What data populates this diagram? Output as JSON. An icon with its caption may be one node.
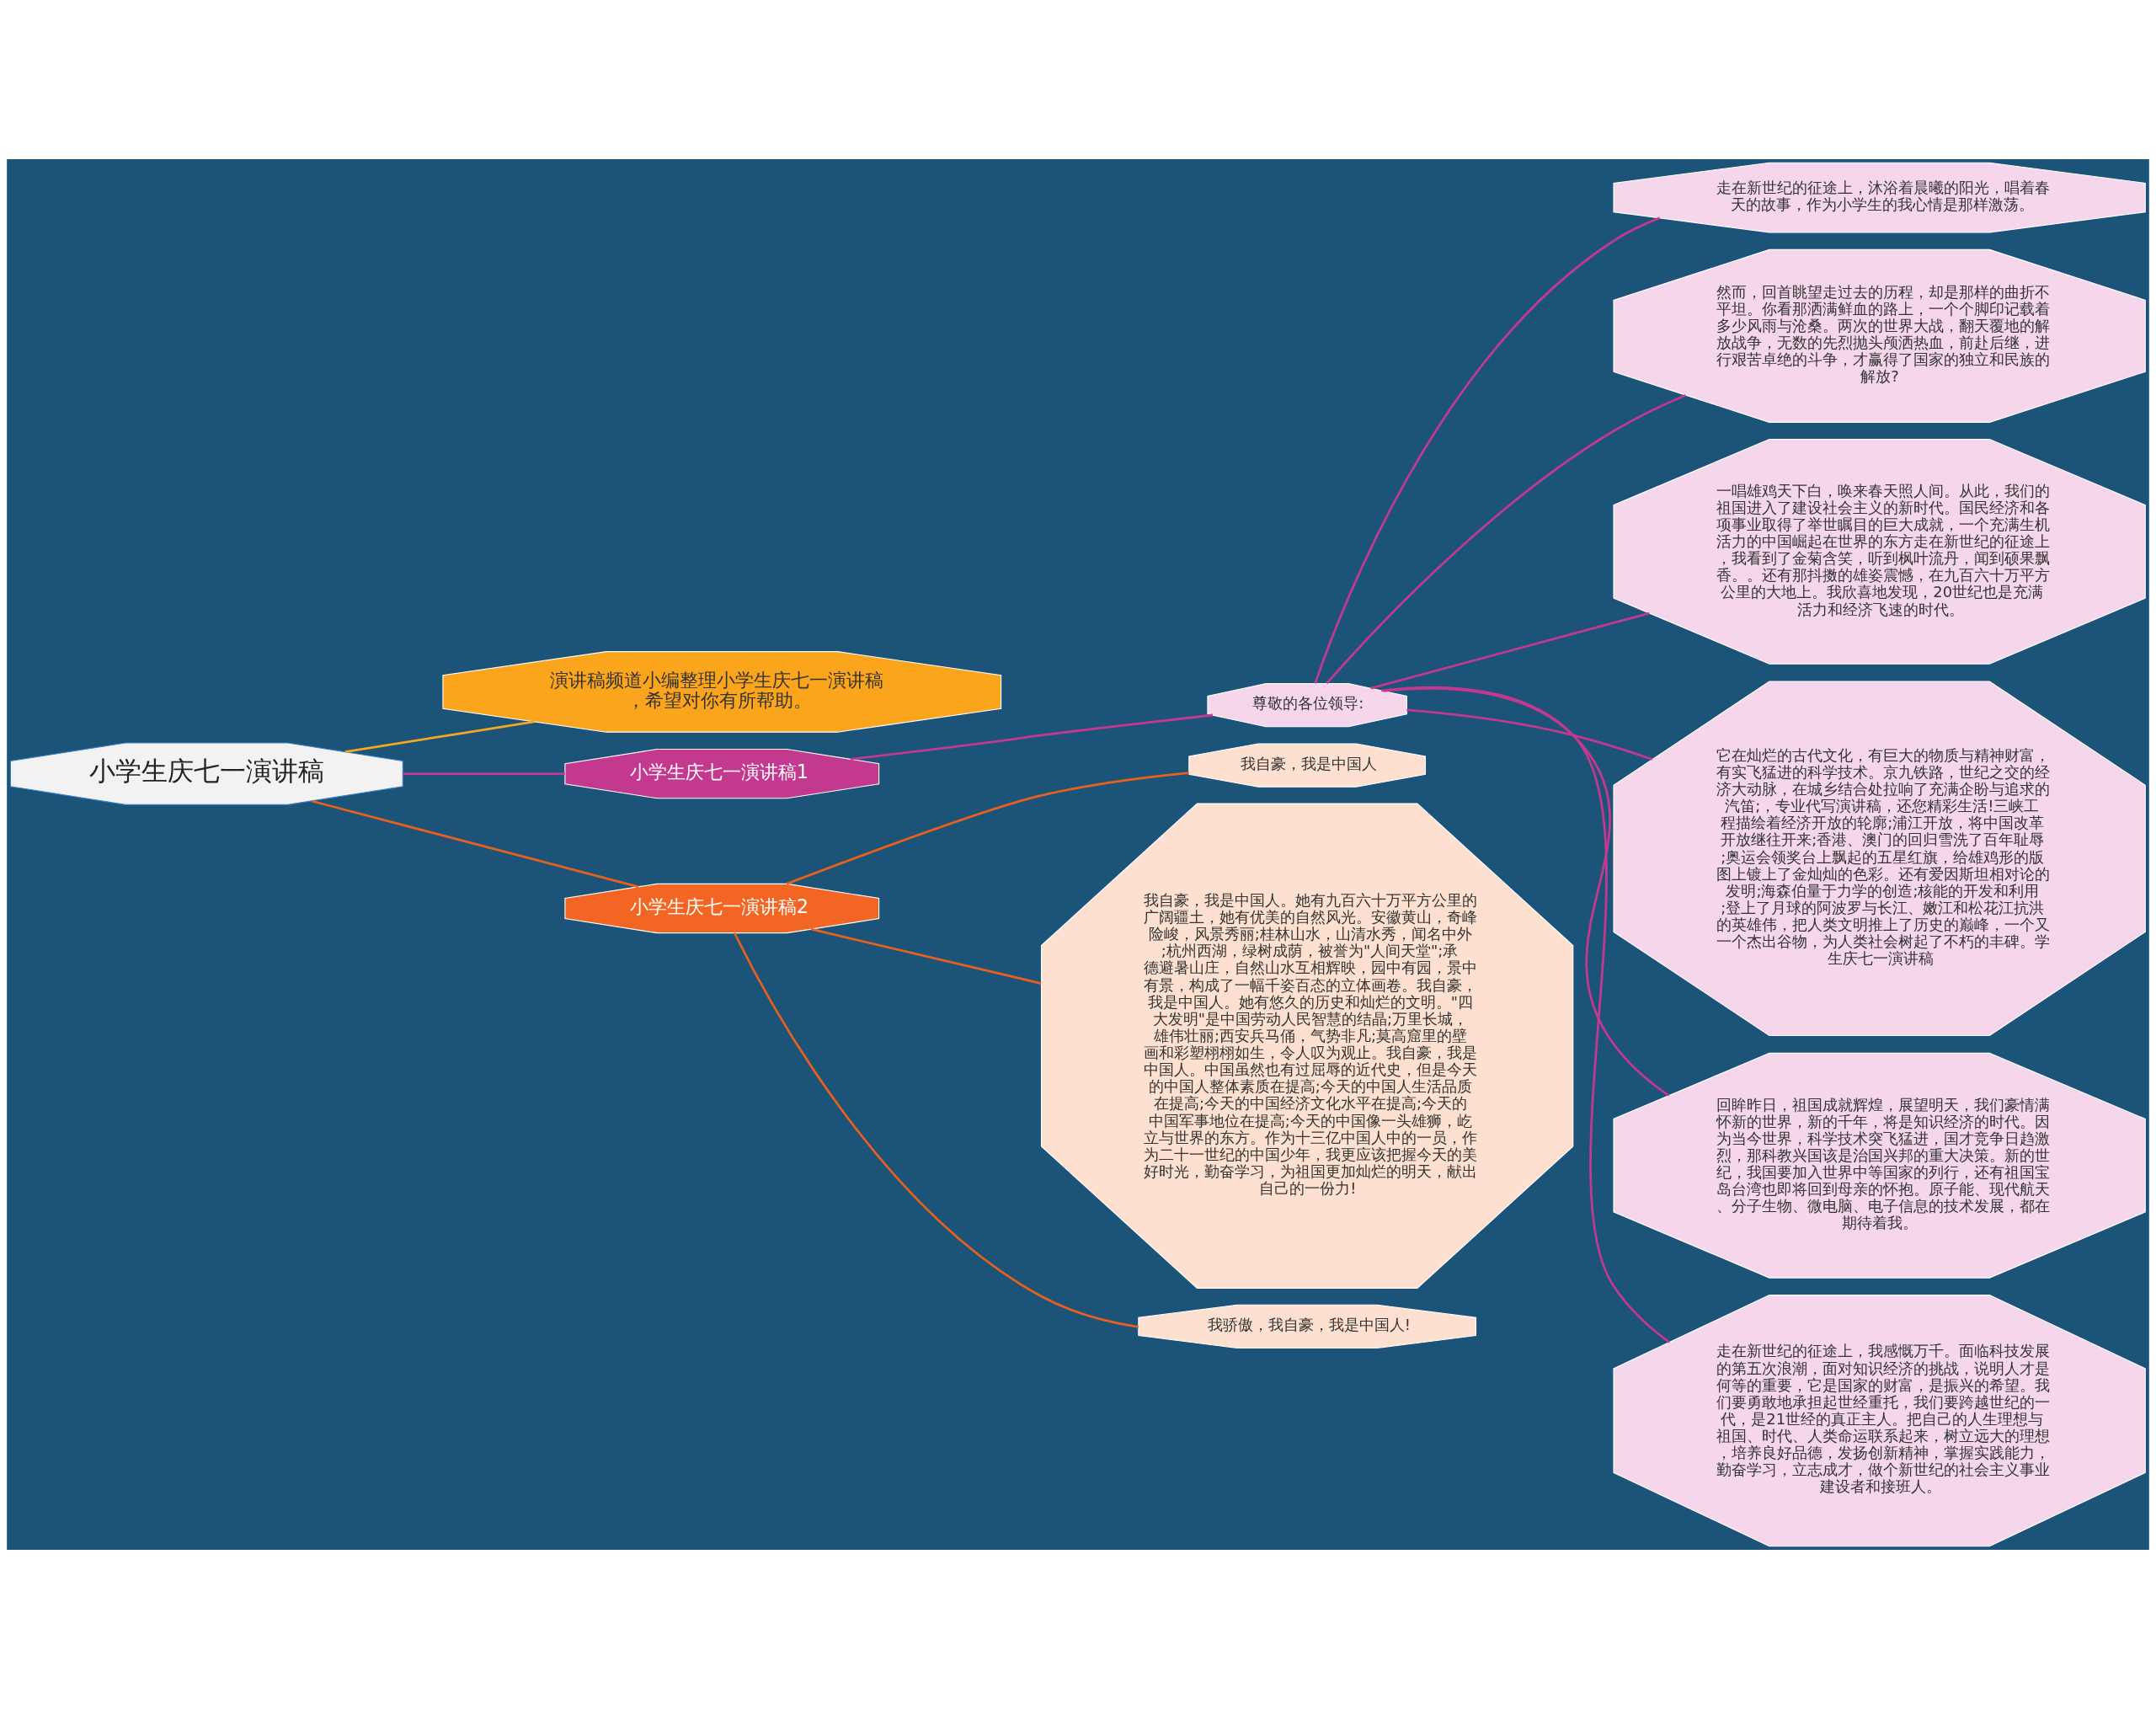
{
  "diagram": {
    "nodes": [
      {
        "text": [
          "小学生庆七一演讲稿"
        ]
      },
      {
        "text": [
          "演讲稿频道小编整理小学生庆七一演讲稿，希望对你有所帮助。"
        ]
      },
      {
        "text": [
          "小学生庆七一演讲稿1"
        ]
      },
      {
        "text": [
          "尊敬的各位领导:"
        ]
      },
      {
        "text": [
          "走在新世纪的征途上，沐浴着晨曦的阳光，唱着春天的故事，作为小学生的我心情是那样激荡。"
        ]
      },
      {
        "text": [
          "然而，回首眺望走过去的历程，却是那样的曲折不平坦。你看那洒满鲜血的路上，一个个脚印记载着多少风雨与沧桑。两次的世界大战，翻天覆地的解放战争，无数的先烈抛头颅洒热血，前赴后继，进行艰苦卓绝的斗争，才赢得了国家的独立和民族的解放?"
        ]
      },
      {
        "text": [
          "一唱雄鸡天下白，唤来春天照人间。从此，我们的祖国进入了建设社会主义的新时代。国民经济和各项事业取得了举世瞩目的巨大成就，一个充满生机活力的中国崛起在世界的东方走在新世纪的征途上，我看到了金菊含笑，听到枫叶流丹，闻到硕果飘香。。还有那抖擞的雄姿震憾，在九百六十万平方公里的大地上。我欣喜地发现，20世纪也是充满活力和经济飞速的时代。"
        ]
      },
      {
        "text": [
          "它在灿烂的古代文化，有巨大的物质与精神财富，有实飞猛进的科学技术。京九铁路，世纪之交的经济大动脉，在城乡结合处拉响了充满企盼与追求的汽笛;，专业代写演讲稿，还您精彩生活!三峡工程描绘着经济开放的轮廓;浦江开放，将中国改革开放继往开来;香港、澳门的回归雪洗了百年耻辱;奥运会领奖台上飘起的五星红旗，给雄鸡形的版图上镀上了金灿灿的色彩。还有爱因斯坦相对论的发明;海森伯量于力学的创造;核能的开发和利用;登上了月球的阿波罗与长江、嫩江和松花江抗洪的英雄伟，把人类文明推上了历史的巅峰，一个又一个杰出谷物，为人类社会树起了不朽的丰碑。学生庆七一演讲稿"
        ]
      },
      {
        "text": [
          "回眸昨日，祖国成就辉煌，展望明天，我们豪情满怀新的世界，新的千年，将是知识经济的时代。因为当今世界，科学技术突飞猛进，国才竞争日趋激烈，那科教兴国该是治国兴邦的重大决策。新的世纪，我国要加入世界中等国家的列行，还有祖国宝岛台湾也即将回到母亲的怀抱。原子能、现代航天、分子生物、微电脑、电子信息的技术发展，都在期待着我。"
        ]
      },
      {
        "text": [
          "走在新世纪的征途上，我感慨万千。面临科技发展的第五次浪潮，面对知识经济的挑战，说明人才是何等的重要，它是国家的财富，是振兴的希望。我们要勇敢地承担起世经重托，我们要跨越世纪的一代，是21世经的真正主人。把自己的人生理想与祖国、时代、人类命运联系起来，树立远大的理想，培养良好品德，发扬创新精神，掌握实践能力，勤奋学习，立志成才，做个新世纪的社会主义事业建设者和接班人。"
        ]
      },
      {
        "text": [
          "小学生庆七一演讲稿2"
        ]
      },
      {
        "text": [
          "我自豪，我是中国人"
        ]
      },
      {
        "text": [
          "我自豪，我是中国人。她有九百六十万平方公里的广阔疆土，她有优美的自然风光。安徽黄山，奇峰险峻，风景秀丽;桂林山水，山清水秀，闻名中外;杭州西湖，绿树成荫，被誉为\"人间天堂\";承德避暑山庄，自然山水互相辉映，园中有园，景中有景，构成了一幅千姿百态的立体画卷。我自豪，我是中国人。她有悠久的历史和灿烂的文明。\"四大发明\"是中国劳动人民智慧的结晶;万里长城，雄伟壮丽;西安兵马俑，气势非凡;莫高窟里的壁画和彩塑栩栩如生，令人叹为观止。我自豪，我是中国人。中国虽然也有过屈辱的近代史，但是今天的中国人整体素质在提高;今天的中国人生活品质在提高;今天的中国经济文化水平在提高;今天的中国军事地位在提高;今天的中国像一头雄狮，屹立与世界的东方。作为十三亿中国人中的一员，作为二十一世纪的中国少年，我更应该把握今天的美好时光，勤奋学习，为祖国更加灿烂的明天，献出自己的一份力!"
        ]
      },
      {
        "text": [
          "我骄傲，我自豪，我是中国人!"
        ]
      }
    ],
    "edges": [
      {
        "from": 0,
        "to": 1,
        "arrow": "none",
        "color": "#f5a623"
      },
      {
        "from": 0,
        "to": 2,
        "arrow": "none"
      },
      {
        "from": 0,
        "to": 10,
        "arrow": "none",
        "color": "#e8601c"
      },
      {
        "from": 2,
        "to": 3,
        "arrow": "none"
      },
      {
        "from": 3,
        "to": 4,
        "arrow": "none"
      },
      {
        "from": 3,
        "to": 5,
        "arrow": "none"
      },
      {
        "from": 3,
        "to": 6,
        "arrow": "none"
      },
      {
        "from": 3,
        "to": 7,
        "arrow": "none"
      },
      {
        "from": 3,
        "to": 8,
        "arrow": "none"
      },
      {
        "from": 3,
        "to": 9,
        "arrow": "none"
      },
      {
        "from": 10,
        "to": 11,
        "arrow": "none",
        "color": "#e8601c"
      },
      {
        "from": 10,
        "to": 12,
        "arrow": "none",
        "color": "#e8601c"
      },
      {
        "from": 10,
        "to": 13,
        "arrow": "none",
        "color": "#e8601c"
      }
    ]
  }
}
